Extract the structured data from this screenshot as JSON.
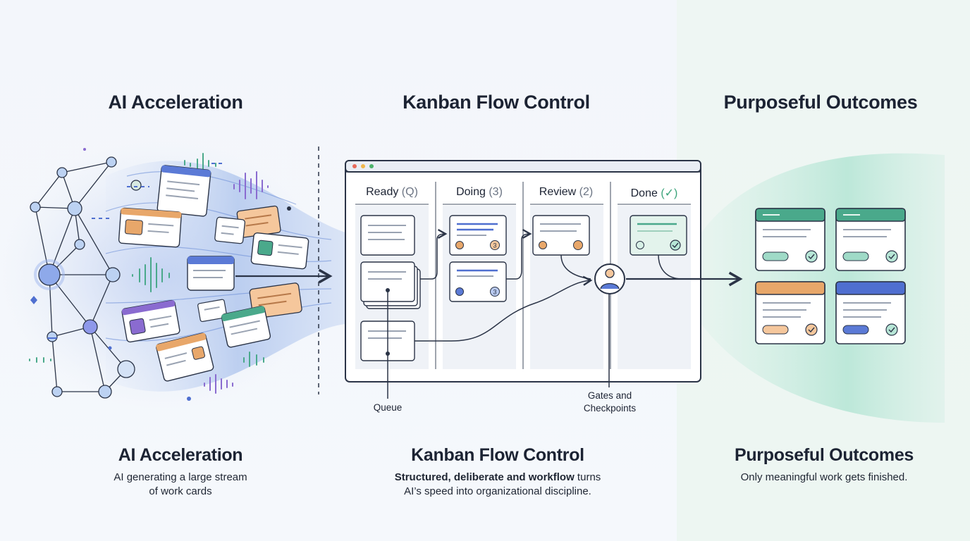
{
  "sections": {
    "left_title": "AI Acceleration",
    "center_title": "Kanban Flow Control",
    "right_title": "Purposeful Outcomes"
  },
  "board": {
    "columns": [
      {
        "name": "Ready",
        "count": "(Q)"
      },
      {
        "name": "Doing",
        "count": "(3)"
      },
      {
        "name": "Review",
        "count": "(2)"
      },
      {
        "name": "Done",
        "count": "(✓)"
      }
    ],
    "badge_doing_1": "3",
    "badge_doing_2": "3"
  },
  "labels": {
    "queue": "Queue",
    "gates_line1": "Gates and",
    "gates_line2": "Checkpoints"
  },
  "captions": {
    "left": {
      "title": "AI Acceleration",
      "line1": "AI generating a large stream",
      "line2": "of work cards"
    },
    "center": {
      "title": "Kanban Flow Control",
      "line1_bold": "Structured, deliberate and workflow",
      "line1_rest": " turns",
      "line2": "AI’s speed into organizational discipline."
    },
    "right": {
      "title": "Purposeful Outcomes",
      "line1": "Only meaningful work gets finished."
    }
  },
  "colors": {
    "blue": "#4f6fd0",
    "orange": "#e8a76a",
    "teal": "#4aa98b",
    "purple": "#8a6bd0",
    "ink": "#2b3447"
  }
}
